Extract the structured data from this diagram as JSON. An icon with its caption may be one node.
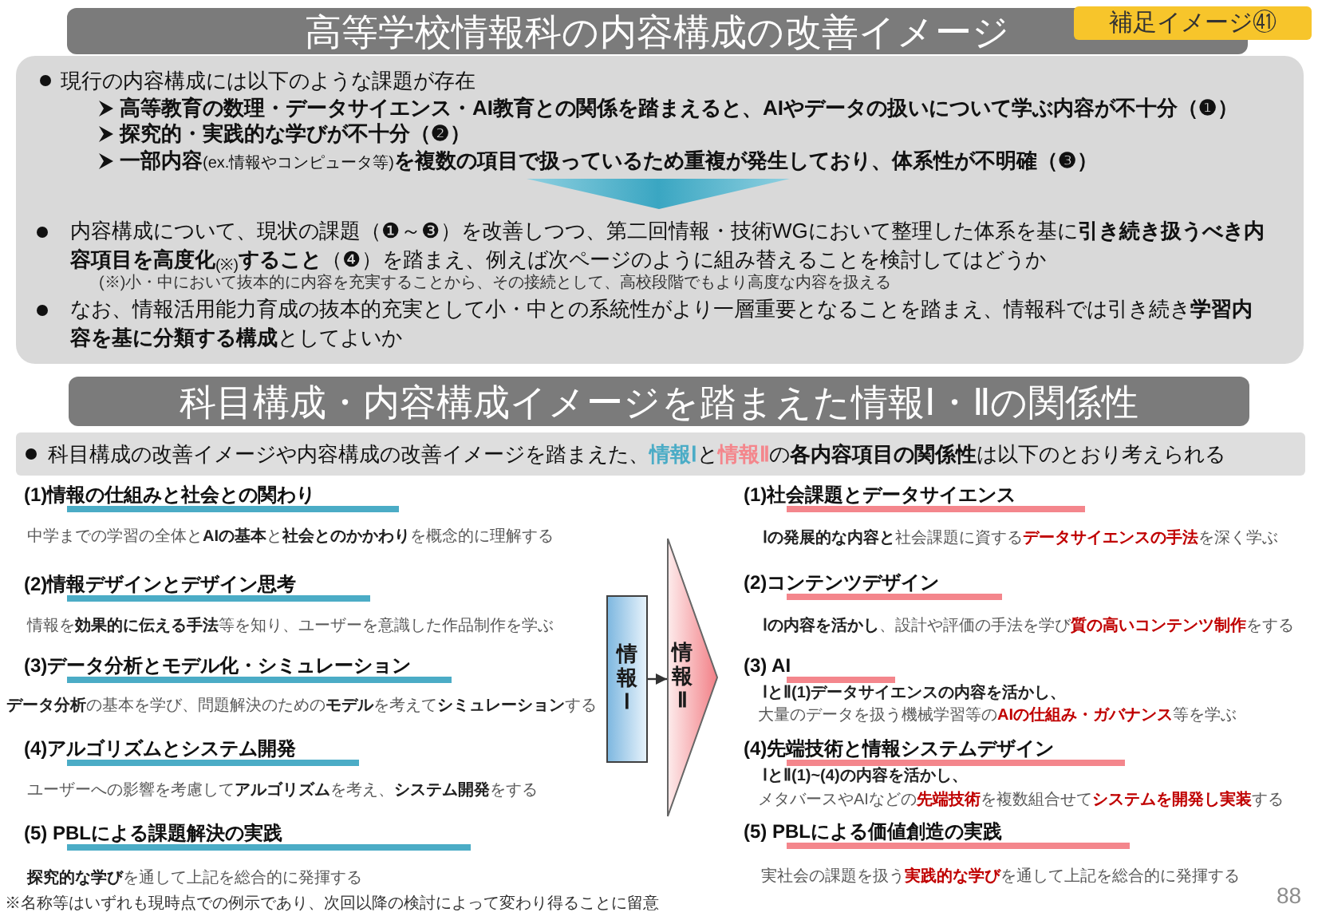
{
  "diagram": {
    "nodes": [
      {
        "text": [
          "高等学校情報科の内容構成の改善イメージ"
        ]
      },
      {
        "text": [
          "補足イメージ㊶"
        ]
      },
      {
        "text": [
          "現行の内容構成には以下のような課題が存在",
          "高等教育の数理・データサイエンス・AI教育との関係を踏まえると、AIやデータの扱いについて学ぶ内容が不十分（❶）",
          "探究的・実践的な学びが不十分（❷）",
          "**一部内容**(ex.情報やコンピュータ等)**を複数の項目で扱っているため重複が発生しており、体系性が不明確（❸）**",
          "内容構成について、現状の課題（❶～❸）を改善しつつ、第二回情報・技術WGにおいて整理した体系を基に**引き続き扱うべき内容項目を高度化**$_{(※)}$**すること**（❹）を踏まえ、例えば次ページのように組み替えることを検討してはどうか",
          "(※)小・中において抜本的に内容を充実することから、その接続として、高校段階でもより高度な内容を扱える",
          "なお、情報活用能力育成の抜本的充実として小・中との系統性がより一層重要となることを踏まえ、情報科では引き続き**学習内容を基に分類する構成**としてよいか"
        ]
      },
      {
        "text": [
          "科目構成・内容構成イメージを踏まえた情報Ⅰ・Ⅱの関係性"
        ]
      },
      {
        "text": [
          "科目構成の改善イメージや内容構成の改善イメージを踏まえた、**情報Ⅰ**と**情報Ⅱ**の**各内容項目の関係性**は以下のとおり考えられる"
        ]
      },
      {
        "text": [
          "情報Ⅰ"
        ]
      },
      {
        "text": [
          "情報Ⅱ"
        ]
      }
    ],
    "edges": [
      {
        "from": 5,
        "to": 6,
        "arrow": "to"
      }
    ],
    "labels": [
      "(1)情報の仕組みと社会との関わり",
      "中学までの学習の全体と**AIの基本**と**社会とのかかわり**を概念的に理解する",
      "(2)情報デザインとデザイン思考",
      "情報を**効果的に伝える手法**等を知り、ユーザーを意識した作品制作を学ぶ",
      "(3)データ分析とモデル化・シミュレーション",
      "**データ分析**の基本を学び、問題解決のための**モデル**を考えて**シミュレーション**する",
      "(4)アルゴリズムとシステム開発",
      "ユーザーへの影響を考慮して**アルゴリズム**を考え、**システム開発**をする",
      "(5) PBLによる課題解決の実践",
      "**探究的な学び**を通して上記を総合的に発揮する",
      "(1)社会課題とデータサイエンス",
      "**Ⅰの発展的な内容と**社会課題に資する**データサイエンスの手法**を深く学ぶ",
      "(2)コンテンツデザイン",
      "**Ⅰの内容を活かし**、設計や評価の手法を学び**質の高いコンテンツ制作**をする",
      "(3) AI",
      "ⅠとⅡ(1)データサイエンスの内容を活かし、",
      "大量のデータを扱う機械学習等の**AIの仕組み・ガバナンス**等を学ぶ",
      "(4)先端技術と情報システムデザイン",
      "ⅠとⅡ(1)~(4)の内容を活かし、",
      "メタバースやAIなどの**先端技術**を複数組合せて**システムを開発し実装**する",
      "(5) PBLによる価値創造の実践",
      "実社会の課題を扱う**実践的な学び**を通して上記を総合的に発揮する",
      "※名称等はいずれも現時点での例示であり、次回以降の検討によって変わり得ることに留意",
      "88"
    ]
  }
}
